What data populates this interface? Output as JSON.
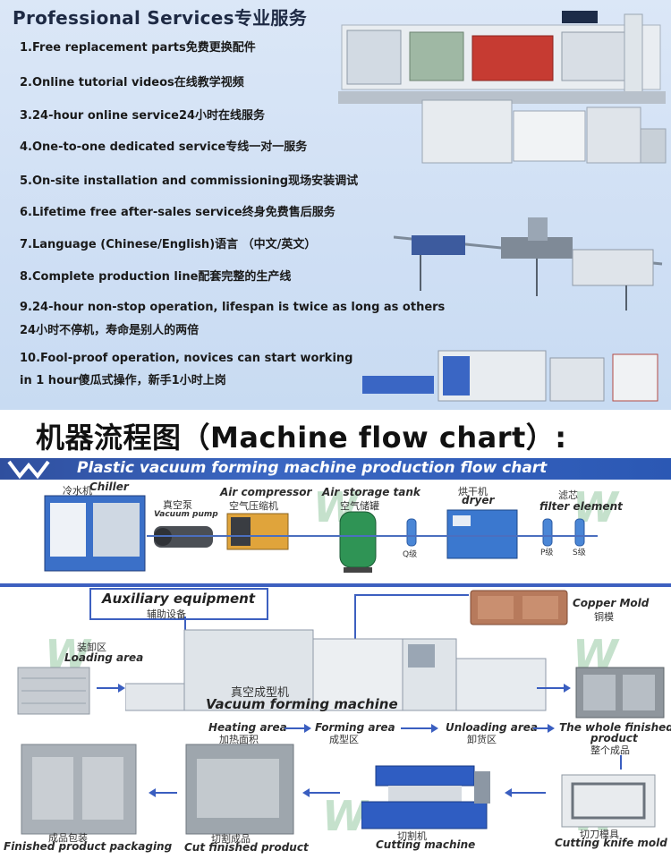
{
  "services": {
    "title": "Professional Services专业服务",
    "items": [
      "1.Free replacement parts免费更换配件",
      "2.Online tutorial videos在线教学视频",
      "3.24-hour online service24小时在线服务",
      "4.One-to-one dedicated service专线一对一服务",
      "5.On-site installation and commissioning现场安装调试",
      "6.Lifetime free after-sales service终身免费售后服务",
      "7.Language (Chinese/English)语言 （中文/英文）",
      "8.Complete production line配套完整的生产线",
      "9.24-hour non-stop operation, lifespan is twice as long as others",
      "24小时不停机，寿命是别人的两倍",
      "10.Fool-proof operation, novices can start working",
      "in 1 hour傻瓜式操作，新手1小时上岗"
    ]
  },
  "flow_heading": "机器流程图（Machine flow chart）:",
  "flow": {
    "banner": "Plastic vacuum forming machine production flow chart",
    "chiller_cn": "冷水机",
    "chiller_en": "Chiller",
    "vacuum_cn": "真空泵",
    "vacuum_en": "Vacuum pump",
    "compressor_en": "Air compressor",
    "compressor_cn": "空气压缩机",
    "tank_en": "Air storage tank",
    "tank_cn": "空气储罐",
    "q_grade": "Q级",
    "dryer_cn": "烘干机",
    "dryer_en": "dryer",
    "filter_cn": "滤芯",
    "filter_en": "filter element",
    "p_grade": "P级",
    "s_grade": "S级",
    "aux_en": "Auxiliary equipment",
    "aux_cn": "辅助设备",
    "copper_en": "Copper Mold",
    "copper_cn": "铜模",
    "loading_cn": "装卸区",
    "loading_en": "Loading area",
    "machine_cn": "真空成型机",
    "machine_en": "Vacuum forming machine",
    "heating_en": "Heating area",
    "heating_cn": "加热面积",
    "forming_en": "Forming area",
    "forming_cn": "成型区",
    "unloading_en": "Unloading area",
    "unloading_cn": "卸货区",
    "finished_en_1": "The whole finished",
    "finished_en_2": "product",
    "finished_cn": "整个成品",
    "pack_cn": "成品包装",
    "pack_en": "Finished product packaging",
    "cut_cn": "切割成品",
    "cut_en": "Cut finished product",
    "cutm_cn": "切割机",
    "cutm_en": "Cutting machine",
    "knife_cn": "切刀模具",
    "knife_en": "Cutting knife mold"
  }
}
